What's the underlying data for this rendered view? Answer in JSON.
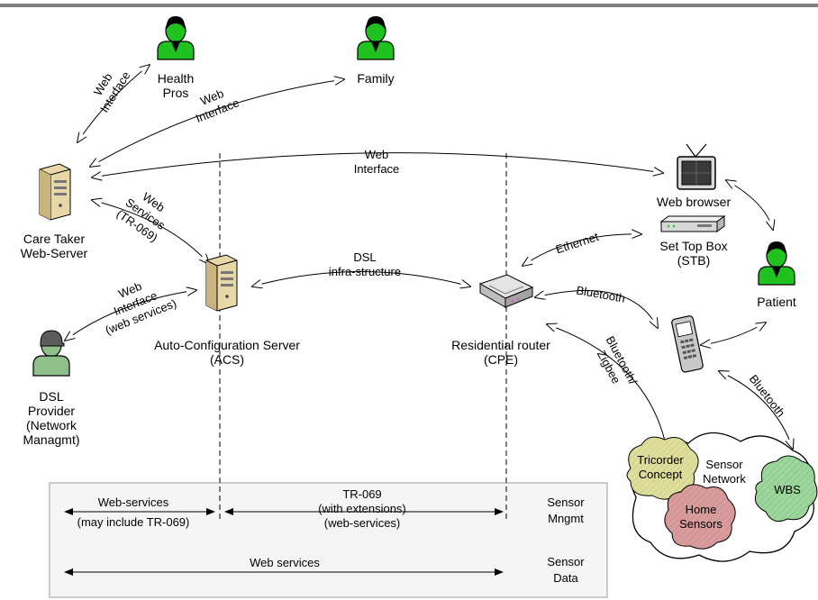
{
  "nodes": {
    "health_pros": "Health\nPros",
    "family": "Family",
    "care_taker": "Care Taker\nWeb-Server",
    "acs": "Auto-Configuration Server\n(ACS)",
    "router": "Residential router\n(CPE)",
    "web_browser": "Web browser",
    "stb": "Set Top Box\n(STB)",
    "patient": "Patient",
    "dsl_provider": "DSL\nProvider\n(Network\nManagmt)",
    "sensor_network": "Sensor\nNetwork",
    "tricorder": "Tricorder\nConcept",
    "home_sensors": "Home\nSensors",
    "wbs": "WBS"
  },
  "links": {
    "web_interface_1": "Web\nInterface",
    "web_interface_2": "Web\nInterface",
    "web_interface_3": "Web\nInterface",
    "web_services_tr069": "Web\nServices\n(TR-069)",
    "web_interface_ws": "Web\nInterface\n(web services)",
    "dsl_infra": "DSL\ninfra-structure",
    "ethernet": "Ethernet",
    "bluetooth_router": "Bluetooth",
    "bluetooth_zigbee": "Bluetooth/\nZigbee",
    "bluetooth_wbs": "Bluetooth"
  },
  "bottom": {
    "web_services_acs": "Web-services\n(may include TR-069)",
    "tr069": "TR-069\n(with extensions)\n(web-services)",
    "sensor_mngmt": "Sensor\nMngmt",
    "web_services": "Web services",
    "sensor_data": "Sensor\nData"
  },
  "colors": {
    "person_green": "#1fc21f",
    "person_grey": "#8fbf8a",
    "tricorder_fill": "#dede9c",
    "home_fill": "#d99c9c",
    "wbs_fill": "#9cd69c",
    "panel_fill": "#f5f5f5",
    "top_rule": "#808080"
  }
}
